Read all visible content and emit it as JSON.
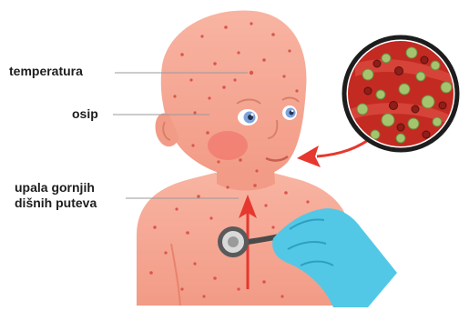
{
  "labels": {
    "temperature": "temperatura",
    "rash": "osip",
    "upper_respiratory_line1": "upala gornjih",
    "upper_respiratory_line2": "dišnih puteva"
  },
  "colors": {
    "skin": "#f6a794",
    "skin_light": "#f9bfb0",
    "rash_spot": "#d9564c",
    "cheek": "#f06a62",
    "eye": "#7fa4dc",
    "arrow": "#e6382e",
    "glove": "#52c8e6",
    "stethoscope": "#4a4a4a",
    "lens_bg": "#c32a22",
    "virus_green": "#a4c46e",
    "virus_red": "#8e1e18"
  },
  "icons": {
    "child": "child-illustration",
    "lens": "magnified-virus-lens",
    "hand": "gloved-hand-icon",
    "stethoscope": "stethoscope-icon"
  }
}
